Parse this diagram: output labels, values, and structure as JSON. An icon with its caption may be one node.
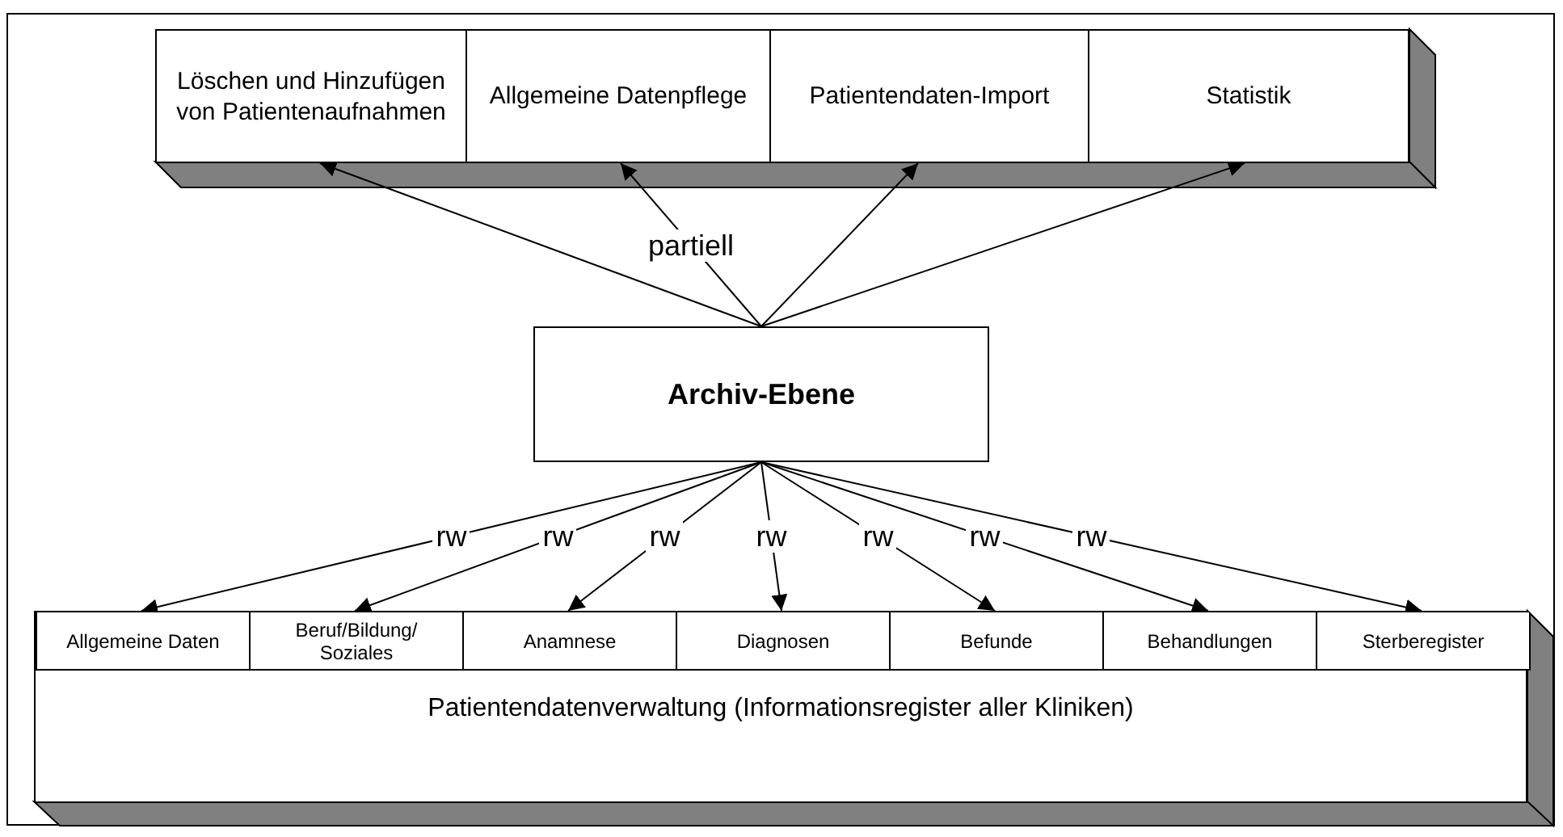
{
  "diagram": {
    "nodes": [
      {
        "text": [
          "Löschen und Hinzufügen von Patientenaufnahmen"
        ]
      },
      {
        "text": [
          "Allgemeine Datenpflege"
        ]
      },
      {
        "text": [
          "Patientendaten-Import"
        ]
      },
      {
        "text": [
          "Statistik"
        ]
      },
      {
        "text": [
          "Archiv-Ebene"
        ]
      },
      {
        "text": [
          "Patientendatenverwaltung (Informationsregister aller Kliniken)"
        ]
      },
      {
        "text": [
          "Allgemeine Daten"
        ],
        "in": 5
      },
      {
        "text": [
          "Beruf/Bildung/ Soziales"
        ],
        "in": 5
      },
      {
        "text": [
          "Anamnese"
        ],
        "in": 5
      },
      {
        "text": [
          "Diagnosen"
        ],
        "in": 5
      },
      {
        "text": [
          "Befunde"
        ],
        "in": 5
      },
      {
        "text": [
          "Behandlungen"
        ],
        "in": 5
      },
      {
        "text": [
          "Sterberegister"
        ],
        "in": 5
      }
    ],
    "edges": [
      {
        "from": 4,
        "to": 0,
        "arrow": "to"
      },
      {
        "from": 4,
        "to": 1,
        "arrow": "to",
        "label": "partiell"
      },
      {
        "from": 4,
        "to": 2,
        "arrow": "to"
      },
      {
        "from": 4,
        "to": 3,
        "arrow": "to"
      },
      {
        "from": 4,
        "to": 6,
        "arrow": "to",
        "label": "rw"
      },
      {
        "from": 4,
        "to": 7,
        "arrow": "to",
        "label": "rw"
      },
      {
        "from": 4,
        "to": 8,
        "arrow": "to",
        "label": "rw"
      },
      {
        "from": 4,
        "to": 9,
        "arrow": "to",
        "label": "rw"
      },
      {
        "from": 4,
        "to": 10,
        "arrow": "to",
        "label": "rw"
      },
      {
        "from": 4,
        "to": 11,
        "arrow": "to",
        "label": "rw"
      },
      {
        "from": 4,
        "to": 12,
        "arrow": "to",
        "label": "rw"
      }
    ]
  }
}
